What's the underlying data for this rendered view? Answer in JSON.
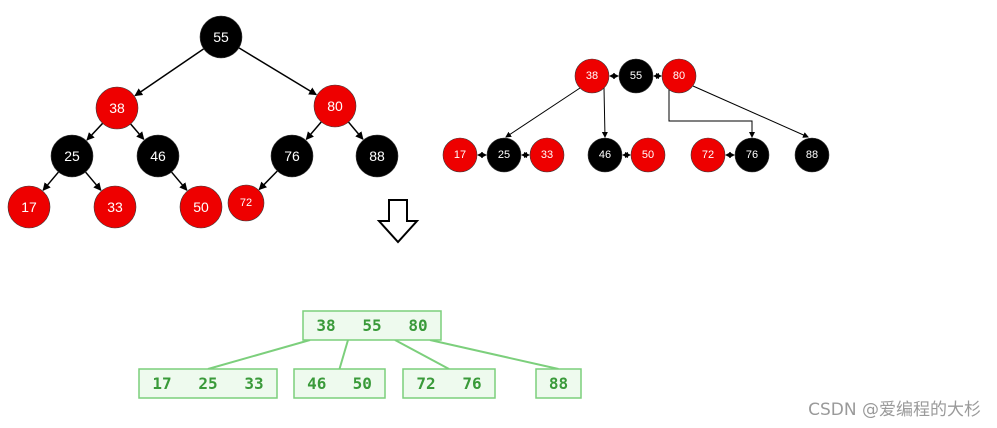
{
  "colors": {
    "red": "#ee0000",
    "black": "#000000",
    "node_text": "#ffffff",
    "btree_stroke": "#7ccf7c",
    "btree_fill": "#eefaee",
    "btree_text": "#3a9a3a",
    "edge": "#000000"
  },
  "tree": {
    "nodes": [
      {
        "id": "n55",
        "label": "55",
        "color": "black"
      },
      {
        "id": "n38",
        "label": "38",
        "color": "red"
      },
      {
        "id": "n80",
        "label": "80",
        "color": "red"
      },
      {
        "id": "n25",
        "label": "25",
        "color": "black"
      },
      {
        "id": "n46",
        "label": "46",
        "color": "black"
      },
      {
        "id": "n76",
        "label": "76",
        "color": "black"
      },
      {
        "id": "n88",
        "label": "88",
        "color": "black"
      },
      {
        "id": "n17",
        "label": "17",
        "color": "red"
      },
      {
        "id": "n33",
        "label": "33",
        "color": "red"
      },
      {
        "id": "n50",
        "label": "50",
        "color": "red"
      },
      {
        "id": "n72",
        "label": "72",
        "color": "red"
      }
    ],
    "edges": [
      [
        "n55",
        "n38"
      ],
      [
        "n55",
        "n80"
      ],
      [
        "n38",
        "n25"
      ],
      [
        "n38",
        "n46"
      ],
      [
        "n80",
        "n76"
      ],
      [
        "n80",
        "n88"
      ],
      [
        "n25",
        "n17"
      ],
      [
        "n25",
        "n33"
      ],
      [
        "n46",
        "n50"
      ],
      [
        "n76",
        "n72"
      ]
    ]
  },
  "grouped_tree": {
    "nodes": [
      {
        "id": "g38",
        "label": "38",
        "color": "red"
      },
      {
        "id": "g55",
        "label": "55",
        "color": "black"
      },
      {
        "id": "g80",
        "label": "80",
        "color": "red"
      },
      {
        "id": "g17",
        "label": "17",
        "color": "red"
      },
      {
        "id": "g25",
        "label": "25",
        "color": "black"
      },
      {
        "id": "g33",
        "label": "33",
        "color": "red"
      },
      {
        "id": "g46",
        "label": "46",
        "color": "black"
      },
      {
        "id": "g50",
        "label": "50",
        "color": "red"
      },
      {
        "id": "g72",
        "label": "72",
        "color": "red"
      },
      {
        "id": "g76",
        "label": "76",
        "color": "black"
      },
      {
        "id": "g88",
        "label": "88",
        "color": "black"
      }
    ]
  },
  "btree": {
    "root": [
      "38",
      "55",
      "80"
    ],
    "children": [
      [
        "17",
        "25",
        "33"
      ],
      [
        "46",
        "50"
      ],
      [
        "72",
        "76"
      ],
      [
        "88"
      ]
    ]
  },
  "watermark": "CSDN @爱编程的大杉"
}
